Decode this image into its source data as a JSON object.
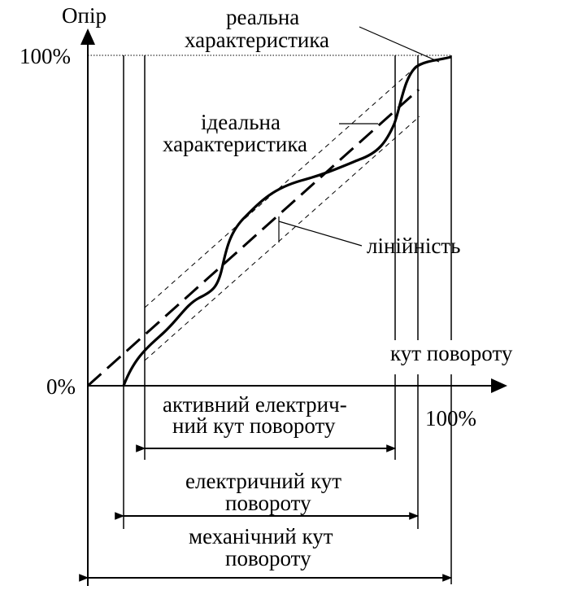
{
  "diagram": {
    "axis_y_label": "Опір",
    "axis_x_label": "кут повороту",
    "y_tick_top": "100%",
    "y_tick_zero": "0%",
    "x_tick_end": "100%",
    "real_char_line1": "реальна",
    "real_char_line2": "характеристика",
    "ideal_char_line1": "ідеальна",
    "ideal_char_line2": "характеристика",
    "linearity": "лінійність",
    "active_angle_line1": "активний електрич-",
    "active_angle_line2": "ний кут повороту",
    "electric_angle_line1": "електричний кут",
    "electric_angle_line2": "повороту",
    "mechanical_angle_line1": "механічний кут",
    "mechanical_angle_line2": "повороту"
  }
}
